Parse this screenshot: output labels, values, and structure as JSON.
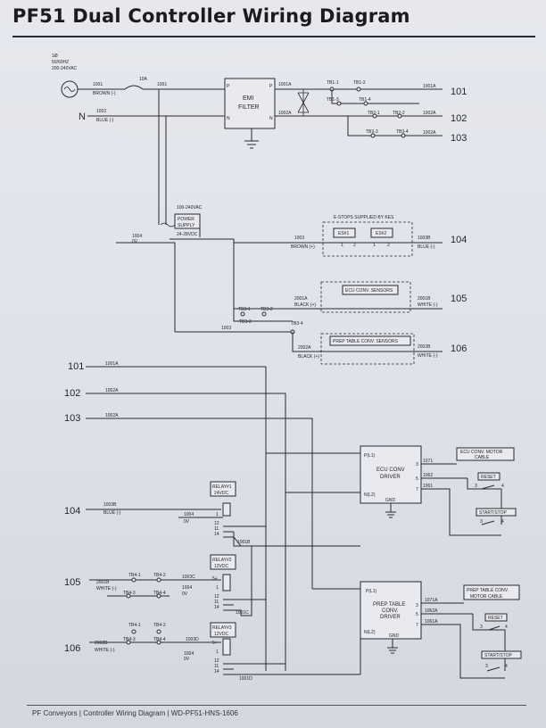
{
  "title": "PF51 Dual Controller Wiring Diagram",
  "footer": "PF Conveyors | Controller Wiring Diagram | WD-PF51-HNS-1606",
  "power_source": {
    "phase": "1Ø",
    "freq": "50/60HZ",
    "voltage": "200-240VAC",
    "brown": "BROWN (-)",
    "blue": "BLUE (-)",
    "wire1001": "1001",
    "wire1002": "1002",
    "fuse": "10A",
    "n_label": "N"
  },
  "emi": {
    "label1": "EMI",
    "label2": "FILTER",
    "p_in": "P",
    "n_in": "N",
    "p_out": "P",
    "n_out": "N",
    "w1001a": "1001A",
    "w1002a": "1002A"
  },
  "terminal_blocks": {
    "tb1_1": "TB1-1",
    "tb1_2": "TB1-2",
    "tb1_3": "TB1-3",
    "tb1_4": "TB1-4",
    "tb2_1": "TB2-1",
    "tb2_2": "TB2-2",
    "tb3_3": "TB3-3",
    "tb3_4": "TB3-4"
  },
  "bus": {
    "l101": "101",
    "l102": "102",
    "l103": "103",
    "w1001a": "1001A",
    "w1002a_1": "1002A",
    "w1002a_2": "1002A"
  },
  "power_supply": {
    "input": "100-240VAC",
    "label1": "POWER",
    "label2": "SUPPLY",
    "output": "24-28VDC",
    "w1004": "1004",
    "ov": "0V"
  },
  "estops": {
    "title": "E-STOPS SUPPLIED BY KES",
    "es1": "ES#1",
    "es2": "ES#2",
    "p1": "1",
    "p2": "2",
    "p3": "1",
    "p4": "2",
    "w1003": "1003",
    "brown": "BROWN (+)",
    "w1003b": "1003B",
    "blue": "BLUE (-)",
    "line": "104"
  },
  "ecu_sensors": {
    "label": "ECU CONV. SENSORS",
    "w2001a": "2001A",
    "black": "BLACK (+)",
    "w2001b": "2001B",
    "white": "WHITE (-)",
    "line": "105",
    "tb3_1": "TB3-1",
    "tb3_2": "TB3-2"
  },
  "prep_sensors": {
    "label": "PREP TABLE CONV. SENSORS",
    "w1003": "1003",
    "tb3_3": "TB3-3",
    "tb3_4": "TB3-4",
    "w2002a": "2002A",
    "black": "BLACK (+)",
    "w2002b": "2002B",
    "white": "WHITE (-)",
    "line": "106"
  },
  "lower_bus": {
    "l101": "101",
    "l102": "102",
    "l103": "103",
    "w1001a": "1001A",
    "w1002a": "1002A",
    "w1002a_2": "1002A"
  },
  "relay1": {
    "line": "104",
    "title1": "RELAY#1",
    "title2": "24VDC",
    "w1003b": "1003B",
    "blue": "BLUE (-)",
    "w1004": "1004",
    "ov": "0V",
    "p1": "1",
    "p12": "12",
    "p11": "11",
    "p14": "14",
    "w1001b": "1001B"
  },
  "relay2": {
    "line": "105",
    "title1": "RELAY#2",
    "title2": "12VDC",
    "w2001b": "2001B",
    "white": "WHITE (-)",
    "tb4_1": "TB4-1",
    "tb4_2": "TB4-2",
    "tb4_3": "TB4-3",
    "tb4_4": "TB4-4",
    "w1003c": "1003C",
    "w1004": "1004",
    "ov": "0V",
    "p5": "5+",
    "p1": "1",
    "p12": "12",
    "p11": "11",
    "p14": "14",
    "w1001c": "1001C"
  },
  "relay3": {
    "line": "106",
    "title1": "RELAY#3",
    "title2": "12VDC",
    "w2002b": "2002B",
    "white": "WHITE (-)",
    "tb4_1": "TB4-1",
    "tb4_2": "TB4-2",
    "tb4_3": "TB4-3",
    "tb4_4": "TB4-4",
    "w1003d": "1003D",
    "w1004": "1004",
    "ov": "0V",
    "p5": "5+",
    "p1": "1",
    "p12": "12",
    "p11": "11",
    "p14": "14",
    "w1001d": "1001D"
  },
  "ecu_driver": {
    "pl1": "P(L1)",
    "label1": "ECU CONV",
    "label2": "DRIVER",
    "nl2": "N(L2)",
    "gnd": "GND",
    "t3": "3",
    "t5": "5",
    "t7": "7",
    "w1071": "1071",
    "w1062": "1062",
    "w1061": "1061",
    "motor1": "ECU CONV. MOTOR",
    "motor2": "CABLE",
    "reset": "RESET",
    "startstop": "START/STOP",
    "r3": "3",
    "r4": "4",
    "s3": "3",
    "s4": "4"
  },
  "prep_driver": {
    "pl1": "P(L1)",
    "label1": "PREP TABLE",
    "label2": "CONV.",
    "label3": "DRIVER",
    "nl2": "N(L2)",
    "gnd": "GND",
    "t3": "3",
    "t5": "5",
    "t7": "7",
    "w1071a": "1071A",
    "w1062a": "1062A",
    "w1061a": "1061A",
    "motor1": "PREP TABLE CONV.",
    "motor2": "MOTOR CABLE",
    "reset": "RESET",
    "startstop": "START/STOP",
    "r3": "3",
    "r4": "4",
    "s3": "3",
    "s4": "4"
  }
}
